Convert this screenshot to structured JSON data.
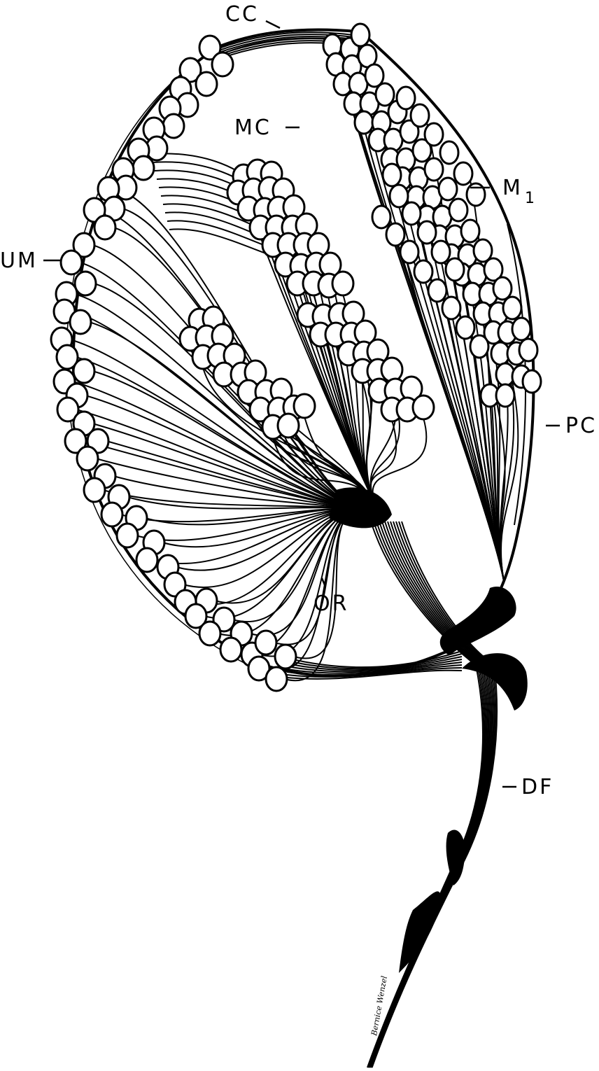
{
  "labels": {
    "cc": "CC",
    "mc": "MC",
    "m1_main": "M",
    "m1_sub": "1",
    "um": "UM",
    "pc": "PC",
    "or": "OR",
    "df": "DF"
  },
  "signature": "Bernice Wenzel",
  "colors": {
    "ink": "#000000",
    "paper": "#ffffff"
  }
}
